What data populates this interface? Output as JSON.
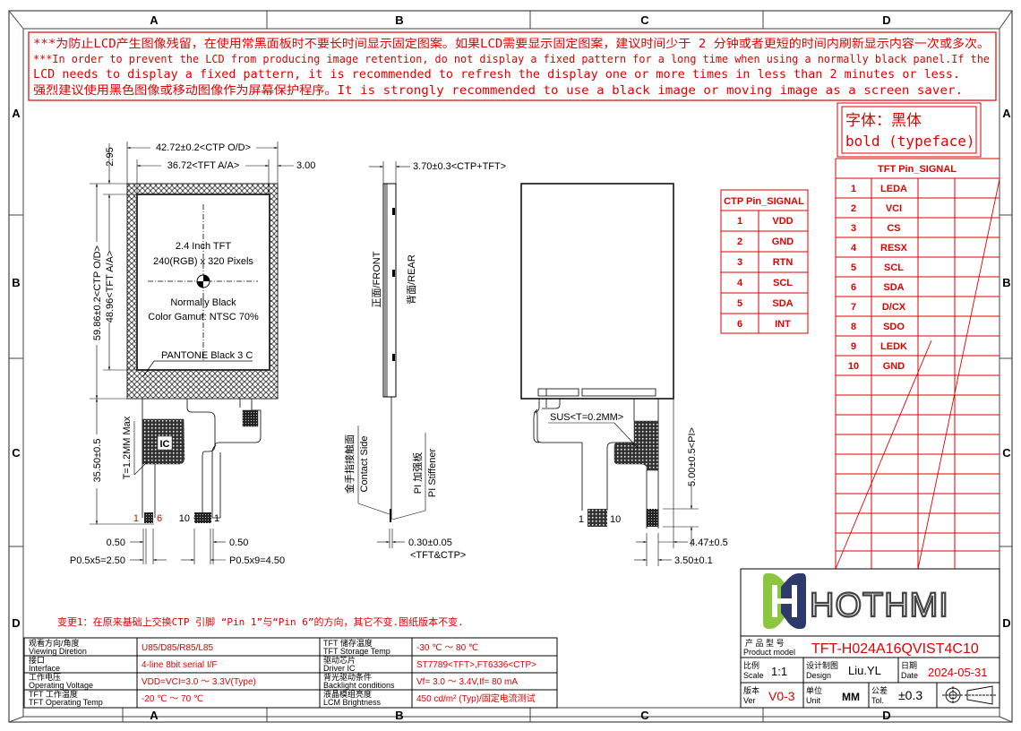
{
  "frame": {
    "columns": [
      "A",
      "B",
      "C",
      "D"
    ],
    "rows": [
      "A",
      "B",
      "C",
      "D"
    ]
  },
  "warning_note": {
    "line1": "***为防止LCD产生图像残留，在使用常黑面板时不要长时间显示固定图案。如果LCD需要显示固定图案，建议时间少于 2 分钟或者更短的时间内刷新显示内容一次或多次。",
    "line2": "***In order to prevent the LCD from producing image retention, do not display a fixed pattern for a long time when using a normally black panel.If the",
    "line3": " LCD needs to display a fixed pattern, it is recommended to refresh the display one or more times in less than 2 minutes or less.",
    "line4": "强烈建议使用黑色图像或移动图像作为屏幕保护程序。It is strongly recommended to use a black image or moving image as a screen saver."
  },
  "typeface_note": {
    "line1": "字体：黑体",
    "line2": "bold (typeface)"
  },
  "front_view": {
    "dim_ctp_width": "42.72±0.2<CTP O/D>",
    "dim_tft_width": "36.72<TFT A/A>",
    "dim_right_margin": "3.00",
    "dim_top_margin": "2.95",
    "dim_ctp_height": "59.86±0.2<CTP O/D>",
    "dim_tft_height": "48.96<TFT A/A>",
    "dim_fpc_length": "35.50±0.5",
    "label_size": "2.4 Inch TFT",
    "label_resolution": "240(RGB) x 320 Pixels",
    "label_mode": "Normally Black",
    "label_gamut": "Color Gamut: NTSC 70%",
    "label_pantone": "PANTONE Black 3 C",
    "label_ic": "IC",
    "label_thickness": "T=1.2MM Max",
    "ctp_pin_first": "1",
    "ctp_pin_last": "6",
    "tft_pin_first": "10",
    "tft_pin_last": "1",
    "dim_ctp_pitch_w": "0.50",
    "dim_tft_pitch_w": "0.50",
    "dim_ctp_pitch": "P0.5x5=2.50",
    "dim_tft_pitch": "P0.5x9=4.50"
  },
  "side_view": {
    "dim_thickness": "3.70±0.3<CTP+TFT>",
    "label_front": "正面/FRONT",
    "label_rear": "背面/REAR",
    "label_contact_cn": "金手指接触面",
    "label_contact_en": "Contact Side",
    "label_stiffener_cn": "PI 加强板",
    "label_stiffener_en": "PI Stiffener",
    "dim_fpc_thickness": "0.30±0.05",
    "dim_fpc_thickness_note": "<TFT&CTP>"
  },
  "rear_view": {
    "label_sus": "SUS<T=0.2MM>",
    "dim_pi": "5.00±0.5<PI>",
    "dim_stiffener_w": "4.47±0.5",
    "dim_fpc_w": "3.50±0.1",
    "pin_first": "1",
    "pin_last": "10"
  },
  "ctp_pin_table": {
    "title": "CTP Pin_SIGNAL",
    "rows": [
      {
        "pin": "1",
        "signal": "VDD"
      },
      {
        "pin": "2",
        "signal": "GND"
      },
      {
        "pin": "3",
        "signal": "RTN"
      },
      {
        "pin": "4",
        "signal": "SCL"
      },
      {
        "pin": "5",
        "signal": "SDA"
      },
      {
        "pin": "6",
        "signal": "INT"
      }
    ]
  },
  "tft_pin_table": {
    "title": "TFT Pin_SIGNAL",
    "rows": [
      {
        "pin": "1",
        "signal": "LEDA"
      },
      {
        "pin": "2",
        "signal": "VCI"
      },
      {
        "pin": "3",
        "signal": "CS"
      },
      {
        "pin": "4",
        "signal": "RESX"
      },
      {
        "pin": "5",
        "signal": "SCL"
      },
      {
        "pin": "6",
        "signal": "SDA"
      },
      {
        "pin": "7",
        "signal": "D/CX"
      },
      {
        "pin": "8",
        "signal": "SDO"
      },
      {
        "pin": "9",
        "signal": "LEDK"
      },
      {
        "pin": "10",
        "signal": "GND"
      }
    ]
  },
  "change_note": "变更1：在原来基础上交换CTP 引脚 “Pin 1”与“Pin 6”的方向，其它不变.图纸版本不变.",
  "specs": {
    "left": [
      {
        "label_cn": "观看方向/角度",
        "label_en": "Viewing Diretion",
        "value": "U85/D85/R85/L85"
      },
      {
        "label_cn": "接口",
        "label_en": "Interface",
        "value": "4-line 8bit serial I/F"
      },
      {
        "label_cn": "工作电压",
        "label_en": "Operating Voltage",
        "value": "VDD=VCI=3.0 ～ 3.3V(Type)"
      },
      {
        "label_cn": "TFT 工作温度",
        "label_en": "TFT Operating Temp",
        "value": "-20 ℃ ～ 70 ℃"
      }
    ],
    "right": [
      {
        "label_cn": "TFT 储存温度",
        "label_en": "TFT Storage Temp",
        "value": "-30 ℃ ～ 80 ℃"
      },
      {
        "label_cn": "驱动芯片",
        "label_en": "Driver IC",
        "value": "ST7789<TFT>,FT6336<CTP>"
      },
      {
        "label_cn": "背光驱动条件",
        "label_en": "Backlight conditions",
        "value": "Vf= 3.0 ～ 3.4V,If= 80 mA"
      },
      {
        "label_cn": "液晶模组亮度",
        "label_en": "LCM Brightness",
        "value": "450  cd/m² (Typ)/固定电流测试"
      }
    ]
  },
  "title_block": {
    "brand": "HOTHMI",
    "colors": {
      "logo_green": "#8cc63f",
      "logo_navy": "#2e3a6b",
      "red": "#e00000"
    },
    "product_model_label_cn": "产 品 型 号",
    "product_model_label_en": "Product model",
    "product_model": "TFT-H024A16QVIST4C10",
    "scale_label_cn": "比例",
    "scale_label_en": "Scale",
    "scale": "1:1",
    "design_label_cn": "设计制图",
    "design_label_en": "Design",
    "designer": "Liu.YL",
    "date_label_cn": "日期",
    "date_label_en": "Date",
    "date": "2024-05-31",
    "ver_label_cn": "版本",
    "ver_label_en": "Ver",
    "version": "V0-3",
    "unit_label_cn": "单位",
    "unit_label_en": "Unit",
    "unit": "MM",
    "tol_label_cn": "公差",
    "tol_label_en": "Tol.",
    "tolerance": "±0.3",
    "projection_icon": "first-angle-projection-icon"
  }
}
